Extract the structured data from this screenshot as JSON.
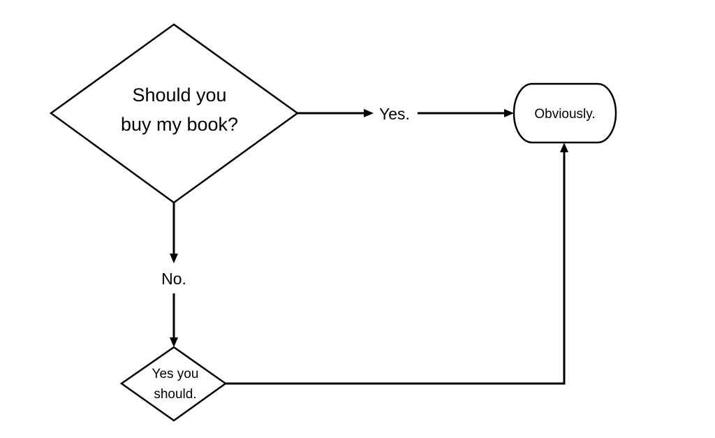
{
  "diagram": {
    "nodes": {
      "question": {
        "line1": "Should you",
        "line2": "buy my book?"
      },
      "yes_label": {
        "text": "Yes."
      },
      "no_label": {
        "text": "No."
      },
      "obviously": {
        "text": "Obviously."
      },
      "yes_you_should": {
        "line1": "Yes you",
        "line2": "should."
      }
    },
    "colors": {
      "stroke": "#000000",
      "fill": "#ffffff",
      "text": "#000000"
    }
  }
}
